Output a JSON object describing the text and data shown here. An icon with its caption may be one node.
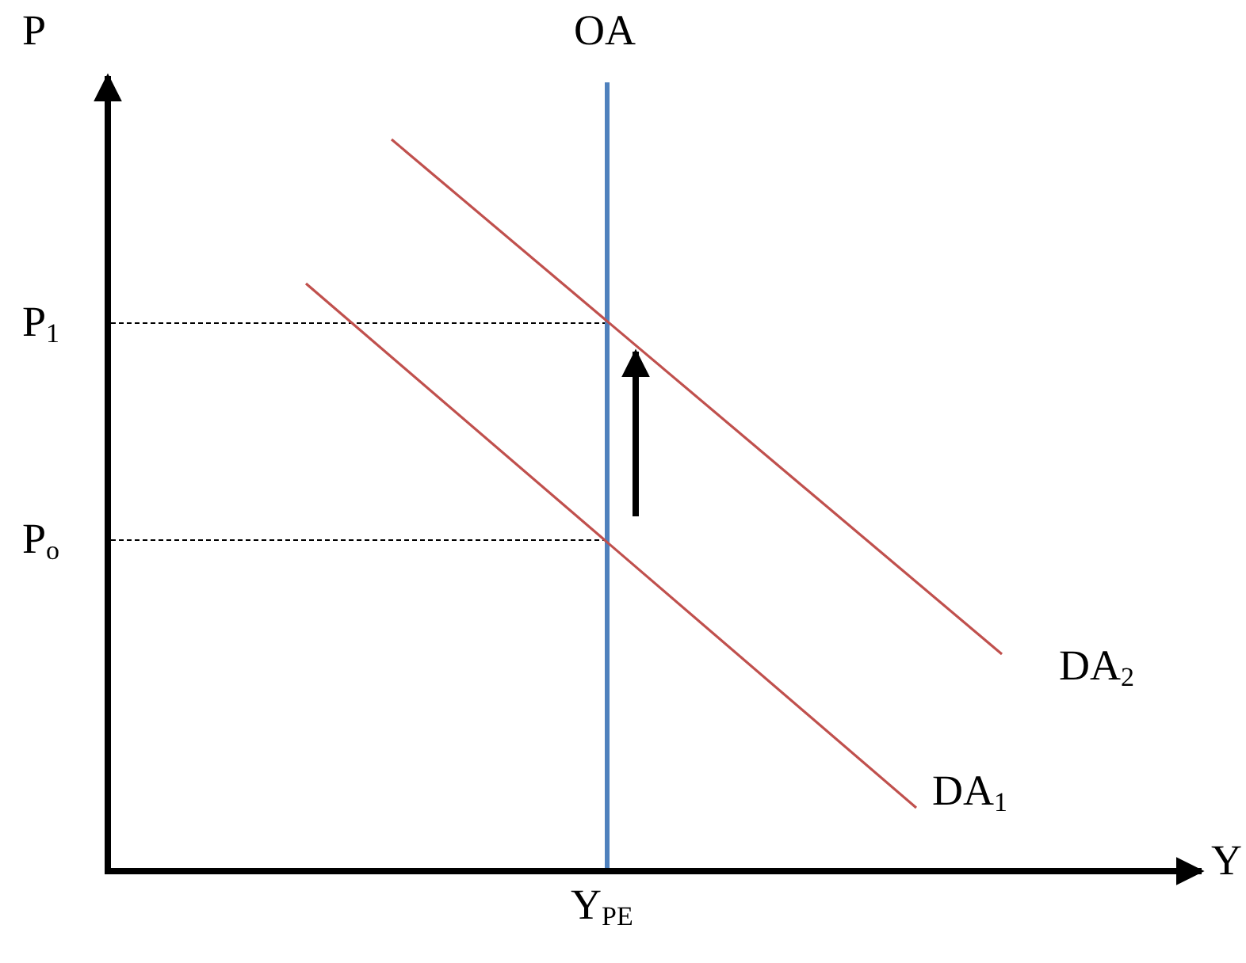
{
  "diagram": {
    "labels": [
      "P",
      "OA",
      "P$_{1}$",
      "P$_{o}$",
      "DA$_{2}$",
      "DA$_{1}$",
      "Y",
      "Y$_{PE}$"
    ]
  }
}
